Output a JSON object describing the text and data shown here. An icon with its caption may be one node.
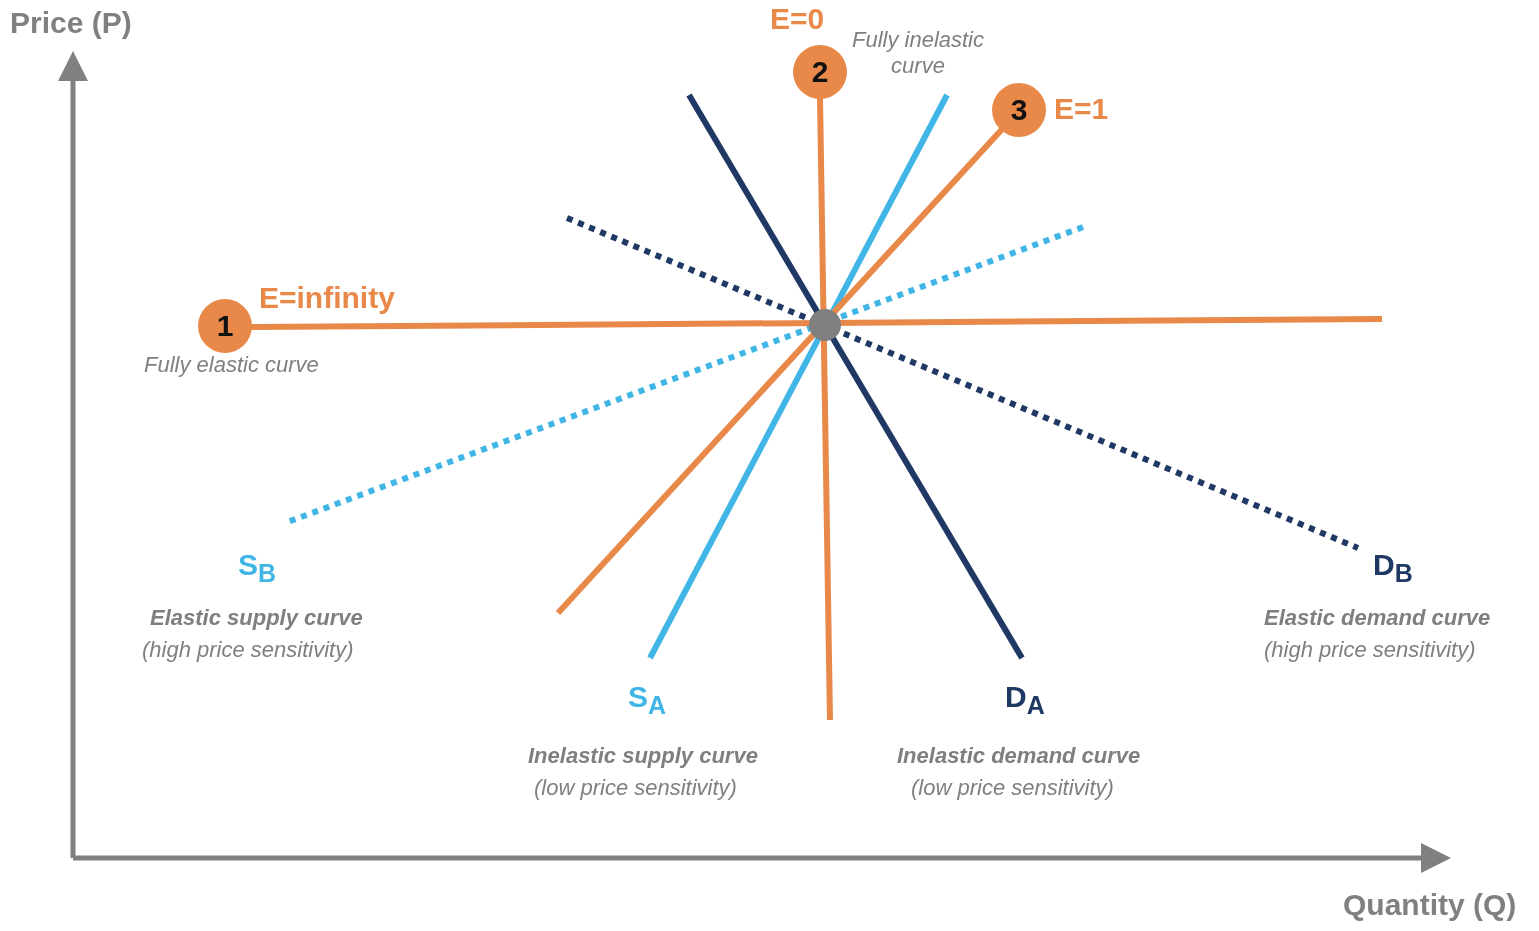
{
  "diagram": {
    "nodes": [
      {
        "text": [
          "1"
        ],
        "beside": [
          "E=infinity",
          "Fully elastic curve"
        ]
      },
      {
        "text": [
          "2"
        ],
        "beside": [
          "E=0",
          "Fully inelastic curve"
        ]
      },
      {
        "text": [
          "3"
        ],
        "beside": [
          "E=1"
        ]
      }
    ],
    "edges": [],
    "labels": [
      "Price (P)",
      "S$_{B}$",
      "Elastic supply curve",
      "(high price sensitivity)",
      "S$_{A}$",
      "Inelastic supply curve",
      "(low price sensitivity)",
      "D$_{A}$",
      "Inelastic demand curve",
      "(low price sensitivity)",
      "D$_{B}$",
      "Elastic demand curve",
      "(high price sensitivity)",
      "Quantity (Q)"
    ]
  }
}
